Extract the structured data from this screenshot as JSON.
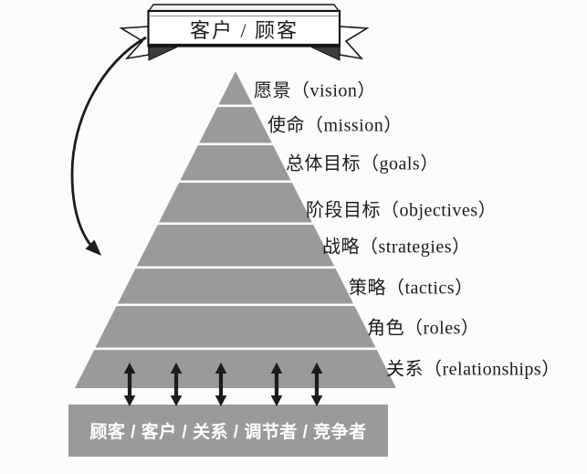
{
  "title_banner": {
    "label": "客户 / 顾客"
  },
  "pyramid": {
    "levels": [
      {
        "label": "愿景（vision）"
      },
      {
        "label": "使命（mission）"
      },
      {
        "label": "总体目标（goals）"
      },
      {
        "label": "阶段目标（objectives）"
      },
      {
        "label": "战略（strategies）"
      },
      {
        "label": "策略（tactics）"
      },
      {
        "label": "角色（roles）"
      },
      {
        "label": "关系（relationships）"
      }
    ]
  },
  "base_bar": {
    "label": "顾客 / 客户 / 关系 / 调节者 / 竞争者"
  },
  "icons": {
    "curved_connector": "curved-arrow-down-left",
    "exchange_connector": "double-headed-vertical-arrow"
  },
  "colors": {
    "pyramid_gray": "#9a9a9a",
    "bar_gray": "#9a9a9a",
    "divider_white": "#ffffff",
    "ink_black": "#1c1c1c",
    "bar_text_white": "#ffffff",
    "background": "#fcfcfc"
  }
}
